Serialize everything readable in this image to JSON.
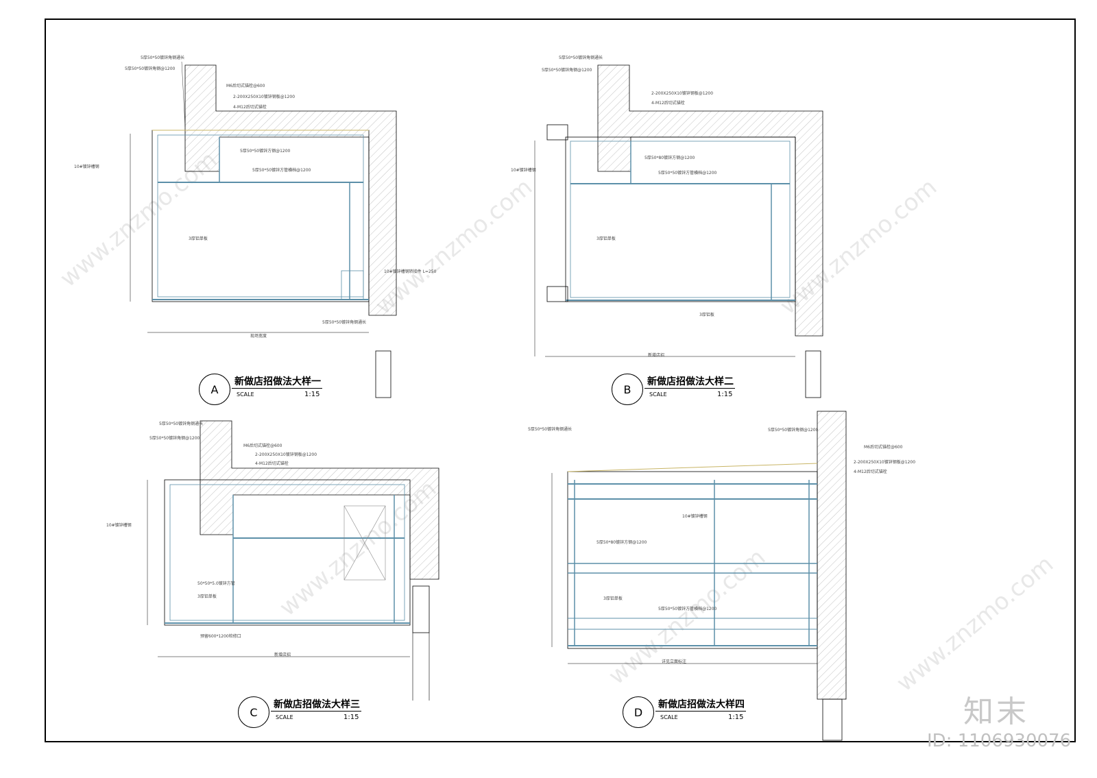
{
  "details": [
    {
      "letter": "A",
      "title": "新做店招做法大样一",
      "scale_label": "SCALE",
      "scale_value": "1:15"
    },
    {
      "letter": "B",
      "title": "新做店招做法大样二",
      "scale_label": "SCALE",
      "scale_value": "1:15"
    },
    {
      "letter": "C",
      "title": "新做店招做法大样三",
      "scale_label": "SCALE",
      "scale_value": "1:15"
    },
    {
      "letter": "D",
      "title": "新做店招做法大样四",
      "scale_label": "SCALE",
      "scale_value": "1:15"
    }
  ],
  "annotations": {
    "a": [
      "5厚50*50镀锌角钢通长",
      "5厚50*50镀锌角钢@1200",
      "M6后切式锚栓@600",
      "2-200X250X10镀锌钢板@1200",
      "4-M12后切式锚栓",
      "5厚50*50镀锌方钢@1200",
      "5厚50*50镀锌方管横档@1200",
      "10#镀锌槽钢",
      "3厚铝单板",
      "10#镀锌槽钢转接件 L=250",
      "5厚50*50镀锌角钢通长",
      "现场宽度"
    ],
    "b": [
      "5厚50*50镀锌角钢通长",
      "5厚50*50镀锌角钢@1200",
      "2-200X250X10镀锌钢板@1200",
      "4-M12后切式锚栓",
      "10#镀锌槽钢",
      "5厚50*80镀锌方钢@1200",
      "5厚50*50镀锌方管横档@1200",
      "3厚铝单板",
      "3厚铝板",
      "新增店招"
    ],
    "c": [
      "5厚50*50镀锌角钢通长",
      "5厚50*50镀锌角钢@1200",
      "M6后切式锚栓@600",
      "2-200X250X10镀锌钢板@1200",
      "4-M12后切式锚栓",
      "10#镀锌槽钢",
      "50*50*5.0镀锌方管",
      "3厚铝单板",
      "预留600*1200检修口",
      "新增店招"
    ],
    "d": [
      "5厚50*50镀锌角钢通长",
      "5厚50*50镀锌角钢@1200",
      "M6后切式锚栓@600",
      "2-200X250X10镀锌钢板@1200",
      "4-M12后切式锚栓",
      "10#镀锌槽钢",
      "5厚50*80镀锌方钢@1200",
      "5厚50*50镀锌方管横档@1200",
      "3厚铝单板",
      "详见立面标注"
    ]
  },
  "watermark": "www.znzmo.com",
  "logo": "知末",
  "id_text": "ID: 1106930076"
}
